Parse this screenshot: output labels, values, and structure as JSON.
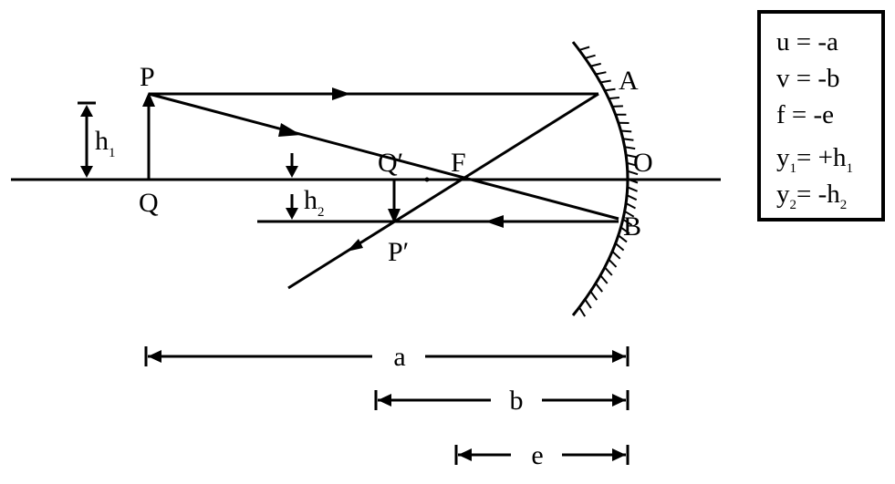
{
  "diagram": {
    "labels": {
      "P": "P",
      "Q": "Q",
      "A": "A",
      "B": "B",
      "O": "O",
      "F": "F",
      "Q_image": "Q′",
      "P_image": "P′",
      "h1_base": "h",
      "h1_sub": "1",
      "h2_base": "h",
      "h2_sub": "2"
    },
    "distances": {
      "a": "a",
      "b": "b",
      "e": "e"
    },
    "legend": {
      "u": "u = -a",
      "v": "v = -b",
      "f": "f = -e",
      "y1_base": "y",
      "y1_sub": "1",
      "y1_rest": "= +h",
      "y1_sub2": "1",
      "y2_base": "y",
      "y2_sub": "2",
      "y2_rest": "= -h",
      "y2_sub2": "2"
    },
    "colors": {
      "ink": "#000000",
      "background": "#ffffff"
    }
  }
}
